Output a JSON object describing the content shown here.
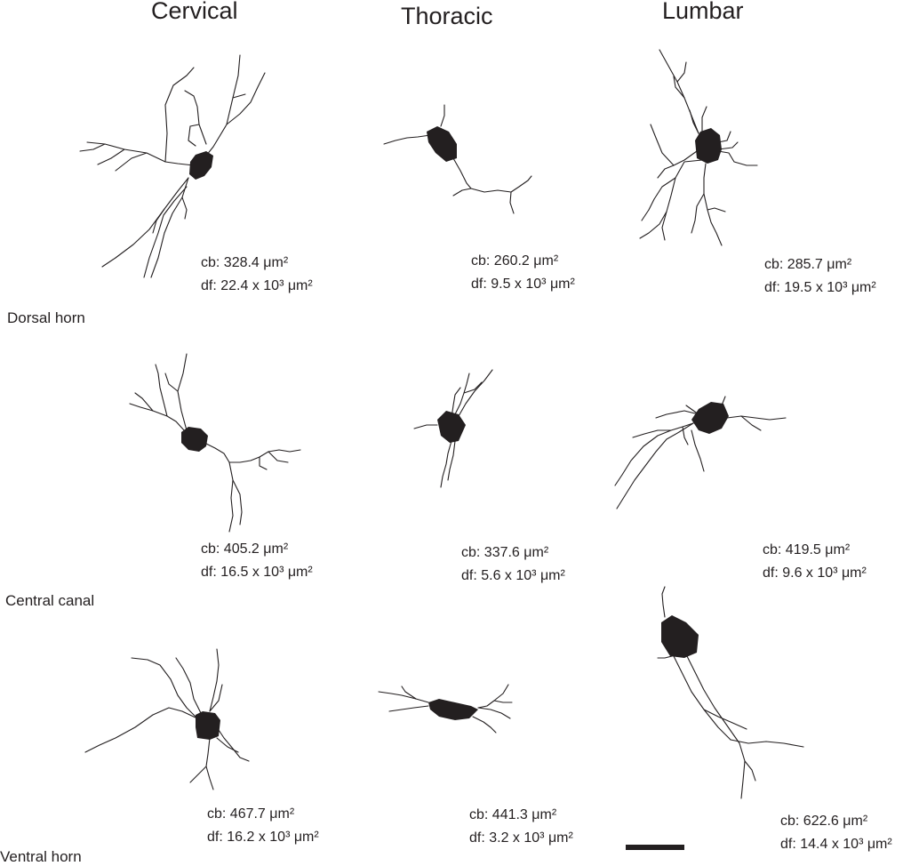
{
  "columns": [
    "Cervical",
    "Thoracic",
    "Lumbar"
  ],
  "rows": [
    "Dorsal horn",
    "Central canal",
    "Ventral horn"
  ],
  "neurons": [
    {
      "cb": "cb: 328.4 μm²",
      "df": "df: 22.4 x 10³ μm²"
    },
    {
      "cb": "cb: 260.2 μm²",
      "df": "df: 9.5 x 10³ μm²"
    },
    {
      "cb": "cb: 285.7 μm²",
      "df": "df: 19.5 x 10³ μm²"
    },
    {
      "cb": "cb: 405.2 μm²",
      "df": "df: 16.5 x 10³ μm²"
    },
    {
      "cb": "cb: 337.6 μm²",
      "df": "df: 5.6 x 10³ μm²"
    },
    {
      "cb": "cb: 419.5 μm²",
      "df": "df: 9.6 x 10³ μm²"
    },
    {
      "cb": "cb: 467.7 μm²",
      "df": "df: 16.2 x 10³ μm²"
    },
    {
      "cb": "cb: 441.3 μm²",
      "df": "df: 3.2 x 10³ μm²"
    },
    {
      "cb": "cb: 622.6 μm²",
      "df": "df: 14.4 x 10³ μm²"
    }
  ]
}
